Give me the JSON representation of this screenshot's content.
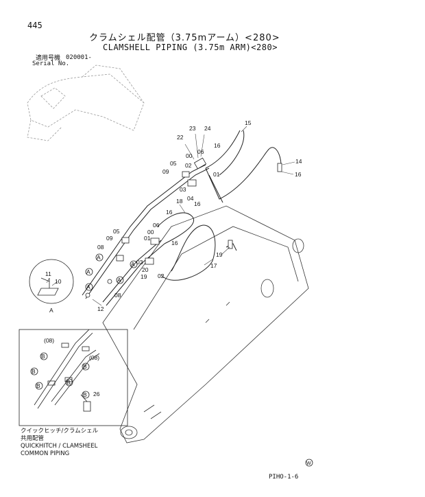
{
  "page_number": "445",
  "title_jp": "クラムシェル配管（3.75mアーム）<280>",
  "title_en": "CLAMSHELL PIPING (3.75m ARM)<280>",
  "serial": {
    "label_jp": "適用号機",
    "label_en": "Serial No.",
    "value": "020001-"
  },
  "callouts": {
    "n15": "15",
    "n22": "22",
    "n23": "23",
    "n24": "24",
    "n06a": "06",
    "n16a": "16",
    "n00a": "00",
    "n05a": "05",
    "n02a": "02",
    "n01a": "01",
    "n09a": "09",
    "n03a": "03",
    "n04": "04",
    "n16b": "16",
    "n14": "14",
    "n16c": "16",
    "n18": "18",
    "n16d": "16",
    "n06b": "06",
    "n00b": "00",
    "n05b": "05",
    "n09b": "09",
    "n01b": "01",
    "n16e": "16",
    "n08a": "08",
    "n19a": "19",
    "n03b": "03",
    "n02b": "02",
    "n20": "20",
    "n19b": "19",
    "n17": "17",
    "n08b": "08",
    "n11": "11",
    "n10": "10",
    "n12": "12",
    "n08c": "(08)",
    "n08d": "(08)",
    "n26": "26",
    "refA": "A",
    "refB": "B"
  },
  "inset_caption": {
    "line1": "クイックヒッチ/クラムシェル",
    "line2": "共用配管",
    "line3": "QUICKHITCH / CLAMSHEEL",
    "line4": "COMMON PIPING"
  },
  "footer_code": "PIHO-1-6",
  "mark": "W"
}
